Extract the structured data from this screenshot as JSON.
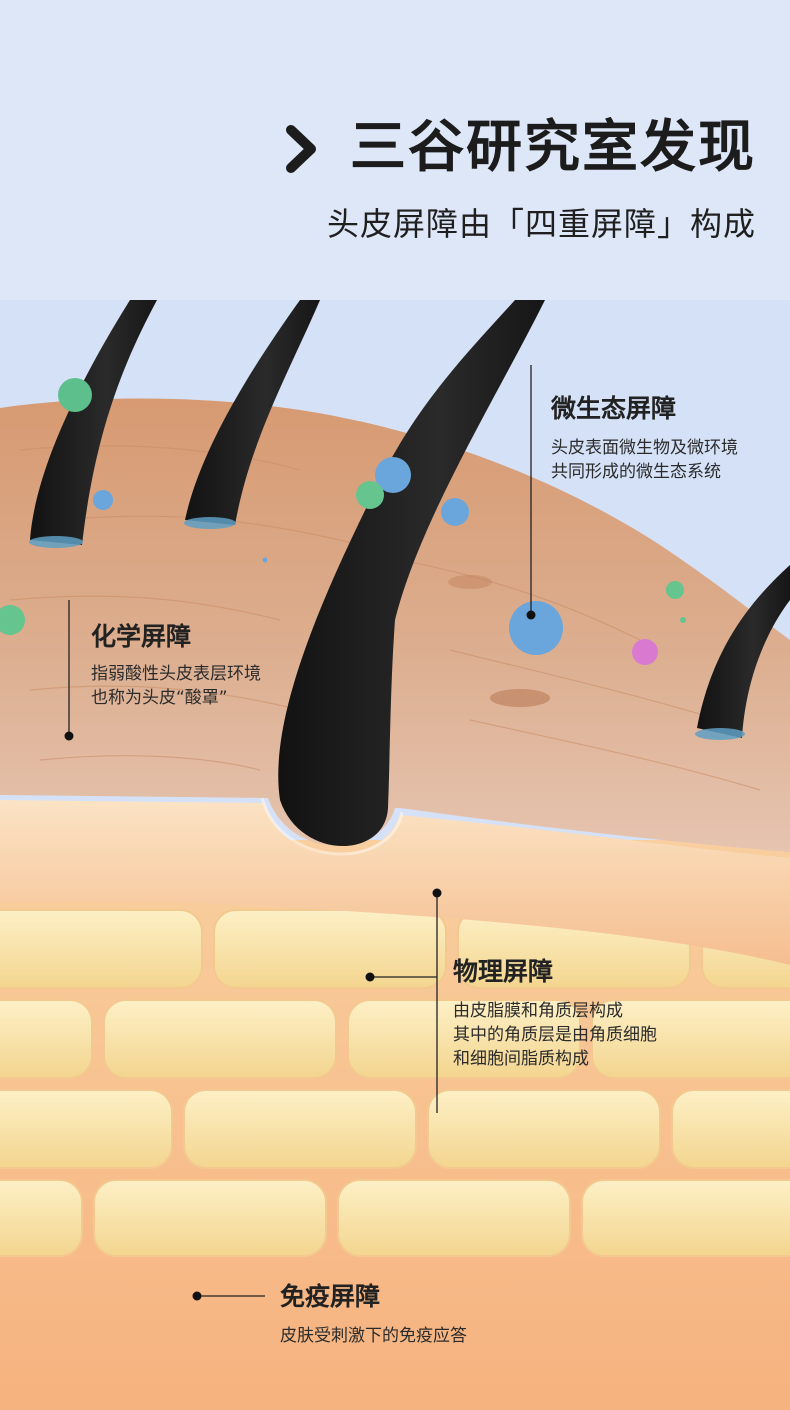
{
  "header": {
    "title": "三谷研究室发现",
    "subtitle": "头皮屏障由「四重屏障」构成",
    "icon": "chevron-right-icon"
  },
  "barriers": {
    "microbiome": {
      "title": "微生态屏障",
      "desc_lines": [
        "头皮表面微生物及微环境",
        "共同形成的微生态系统"
      ]
    },
    "chemical": {
      "title": "化学屏障",
      "desc_lines": [
        "指弱酸性头皮表层环境",
        "也称为头皮“酸罩”"
      ]
    },
    "physical": {
      "title": "物理屏障",
      "desc_lines": [
        "由皮脂膜和角质层构成",
        "其中的角质层是由角质细胞",
        "和细胞间脂质构成"
      ]
    },
    "immune": {
      "title": "免疫屏障",
      "desc_lines": [
        "皮肤受刺激下的免疫应答"
      ]
    }
  },
  "colors": {
    "header_bg": "#dde7f8",
    "skin_surface": "#d9a07b",
    "cell_layer": "#f6dc9c",
    "hair": "#1e1e1e",
    "text": "#222222"
  }
}
